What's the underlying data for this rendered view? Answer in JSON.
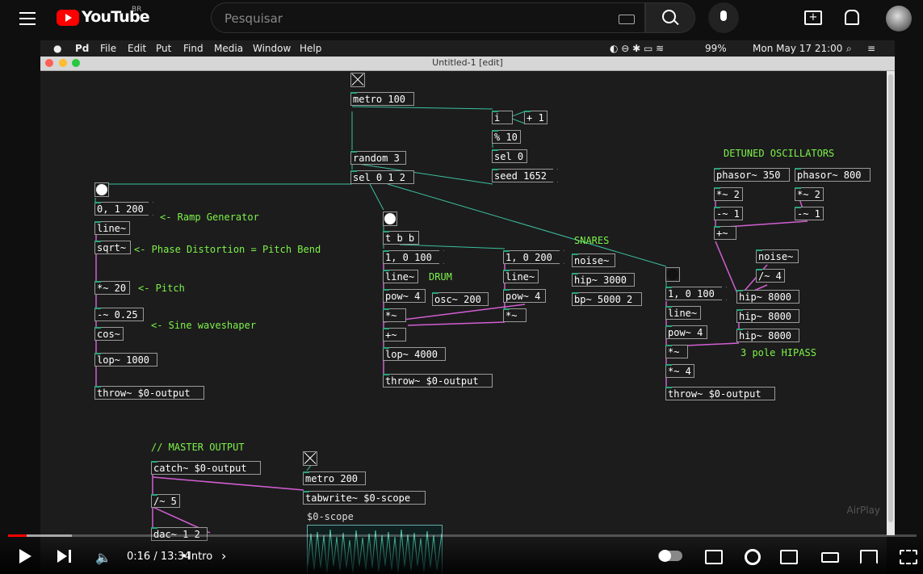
{
  "youtube": {
    "logo_text": "YouTube",
    "country": "BR",
    "search_placeholder": "Pesquisar",
    "icons": [
      "menu-icon",
      "keyboard-icon",
      "search-icon",
      "mic-icon",
      "create-icon",
      "bell-icon",
      "avatar"
    ]
  },
  "menubar": {
    "apple": "",
    "app": "Pd",
    "items": [
      "File",
      "Edit",
      "Put",
      "Find",
      "Media",
      "Window",
      "Help"
    ],
    "battery": "99%",
    "clock": "Mon May 17  21:00"
  },
  "window": {
    "title": "Untitled-1 [edit]"
  },
  "pd": {
    "objects": {
      "metro100": "metro 100",
      "i": "i",
      "plus1": "+ 1",
      "mod10": "% 10",
      "sel0": "sel 0",
      "random3": "random 3",
      "sel012": "sel 0 1 2",
      "seed": "seed 1652",
      "ramp_msg": "0, 1 200",
      "line1": "line~",
      "sqrt": "sqrt~",
      "mul20": "*~ 20",
      "sub025": "-~ 0.25",
      "cos": "cos~",
      "lop1000": "lop~ 1000",
      "throw1": "throw~ $0-output",
      "tbb": "t b b",
      "drum_msg1": "1, 0 100",
      "drum_msg2": "1, 0 200",
      "line2": "line~",
      "line3": "line~",
      "pow4a": "pow~ 4",
      "pow4b": "pow~ 4",
      "osc200": "osc~ 200",
      "mul_a": "*~",
      "mul_b": "*~",
      "plus_sig": "+~",
      "lop4000": "lop~ 4000",
      "throw2": "throw~ $0-output",
      "noise1": "noise~",
      "hip3000": "hip~ 3000",
      "bp5000": "bp~ 5000 2",
      "phasor350": "phasor~ 350",
      "phasor800": "phasor~ 800",
      "mul2a": "*~ 2",
      "mul2b": "*~ 2",
      "sub1a": "-~ 1",
      "sub1b": "-~ 1",
      "plus_det": "+~",
      "noise2": "noise~",
      "div4": "/~ 4",
      "hat_msg": "1, 0 100",
      "line4": "line~",
      "pow4c": "pow~ 4",
      "mul_c": "*~",
      "mul4": "*~ 4",
      "hip8000a": "hip~ 8000",
      "hip8000b": "hip~ 8000",
      "hip8000c": "hip~ 8000",
      "throw3": "throw~ $0-output",
      "catch": "catch~ $0-output",
      "div5": "/~ 5",
      "dac": "dac~ 1 2",
      "metro200": "metro 200",
      "tabwrite": "tabwrite~ $0-scope"
    },
    "comments": {
      "ramp": "<- Ramp Generator",
      "phase": "<- Phase Distortion = Pitch Bend",
      "pitch": "<- Pitch",
      "sine": "<- Sine waveshaper",
      "drum": "DRUM",
      "snares": "SNARES",
      "detuned": "DETUNED OSCILLATORS",
      "hipass": "3 pole HIPASS",
      "master": "// MASTER OUTPUT"
    },
    "scope_label": "$0-scope",
    "airplay": "AirPlay",
    "colors": {
      "audio_wire": "#d25fd2",
      "control_wire": "#3cbfa0",
      "comment": "#7df249"
    }
  },
  "player": {
    "time": "0:16 / 13:34",
    "chapter": "Intro",
    "played_fraction": 0.02,
    "buffered_fraction": 0.07
  }
}
